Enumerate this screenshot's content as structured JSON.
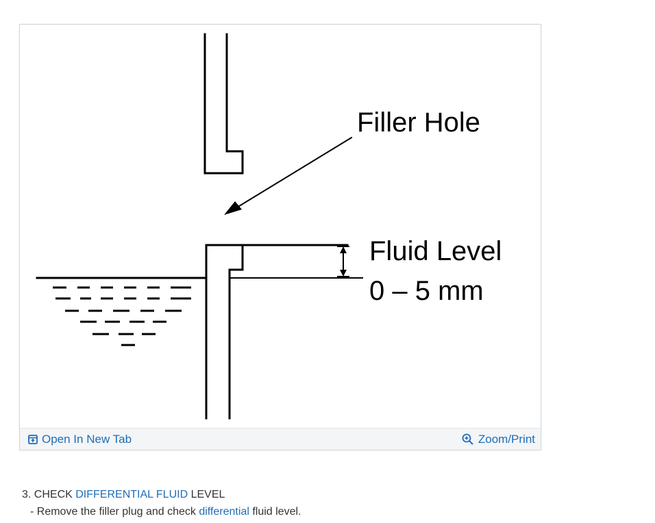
{
  "figure": {
    "labels": {
      "filler_hole": "Filler Hole",
      "fluid_level": "Fluid Level",
      "range": "0 – 5 mm"
    },
    "toolbar": {
      "open_new_tab": "Open In New Tab",
      "zoom_print": "Zoom/Print"
    }
  },
  "step": {
    "prefix": "3. CHECK ",
    "link": "DIFFERENTIAL FLUID",
    "suffix": " LEVEL",
    "detail_prefix": "-  Remove the filler plug and check ",
    "detail_link": "differential",
    "detail_suffix": " fluid level."
  },
  "colors": {
    "link": "#1f6db5",
    "text": "#333333",
    "toolbar_bg": "#f3f5f7",
    "card_border": "#cfd6dd"
  }
}
